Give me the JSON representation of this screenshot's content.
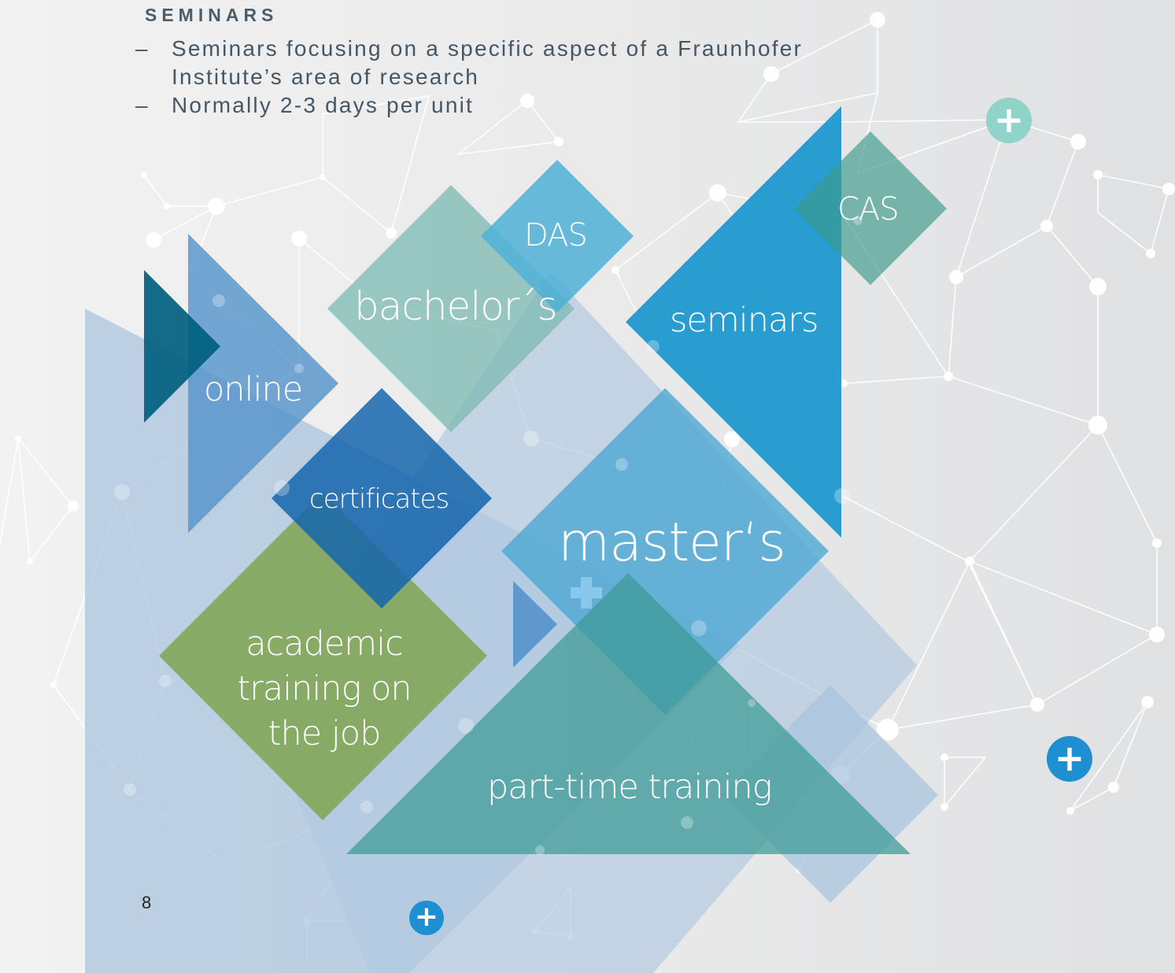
{
  "section": {
    "heading": "SEMINARS",
    "bullets": [
      "Seminars focusing on a specific aspect of a Fraunhofer Institute’s area of research",
      "Normally 2-3 days per unit"
    ]
  },
  "labels": {
    "das": "DAS",
    "cas": "CAS",
    "bachelors": "bachelor´s",
    "seminars": "seminars",
    "online": "online",
    "certificates": "certificates",
    "masters": "master‘s",
    "academic_line1": "academic",
    "academic_line2": "training on",
    "academic_line3": "the job",
    "part_time": "part-time training"
  },
  "page_number": "8",
  "colors": {
    "pale_blue": "#a9c4de",
    "mid_blue": "#4f8fcb",
    "dark_teal": "#005f7f",
    "teal_green": "#7bb9b3",
    "light_blue": "#4fb0d6",
    "cyan_blue": "#1493cd",
    "green": "#7fa551",
    "teal": "#3b9a96",
    "plus_teal": "#8fd3c9",
    "plus_blue": "#1e8fd0"
  },
  "icons": [
    "plus-circle-icon"
  ]
}
